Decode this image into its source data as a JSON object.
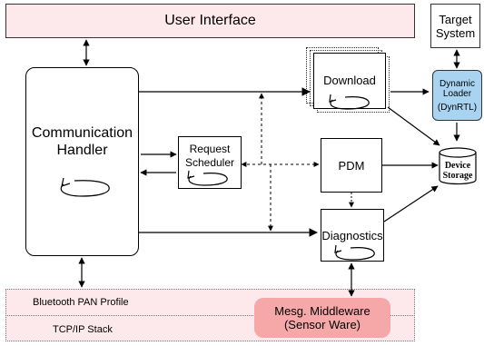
{
  "blocks": {
    "user_interface": "User Interface",
    "target_system": [
      "Target",
      "System"
    ],
    "dynamic_loader": [
      "Dynamic",
      "Loader",
      "(DynRTL)"
    ],
    "download": "Download",
    "communication_handler": [
      "Communication",
      "Handler"
    ],
    "request_scheduler": [
      "Request",
      "Scheduler"
    ],
    "pdm": "PDM",
    "diagnostics": "Diagnostics",
    "device_storage": [
      "Device",
      "Storage"
    ]
  },
  "bottom_layers": {
    "bluetooth": "Bluetooth PAN Profile",
    "tcpip": "TCP/IP Stack",
    "middleware": [
      "Mesg. Middleware",
      "(Sensor Ware)"
    ]
  },
  "colors": {
    "ui_fill": "#fde8ec",
    "loader_fill": "#a8d4f2",
    "middleware_fill": "#f6a7a7"
  },
  "icons": [
    "cycle-arrow-icon",
    "database-cylinder-icon"
  ]
}
